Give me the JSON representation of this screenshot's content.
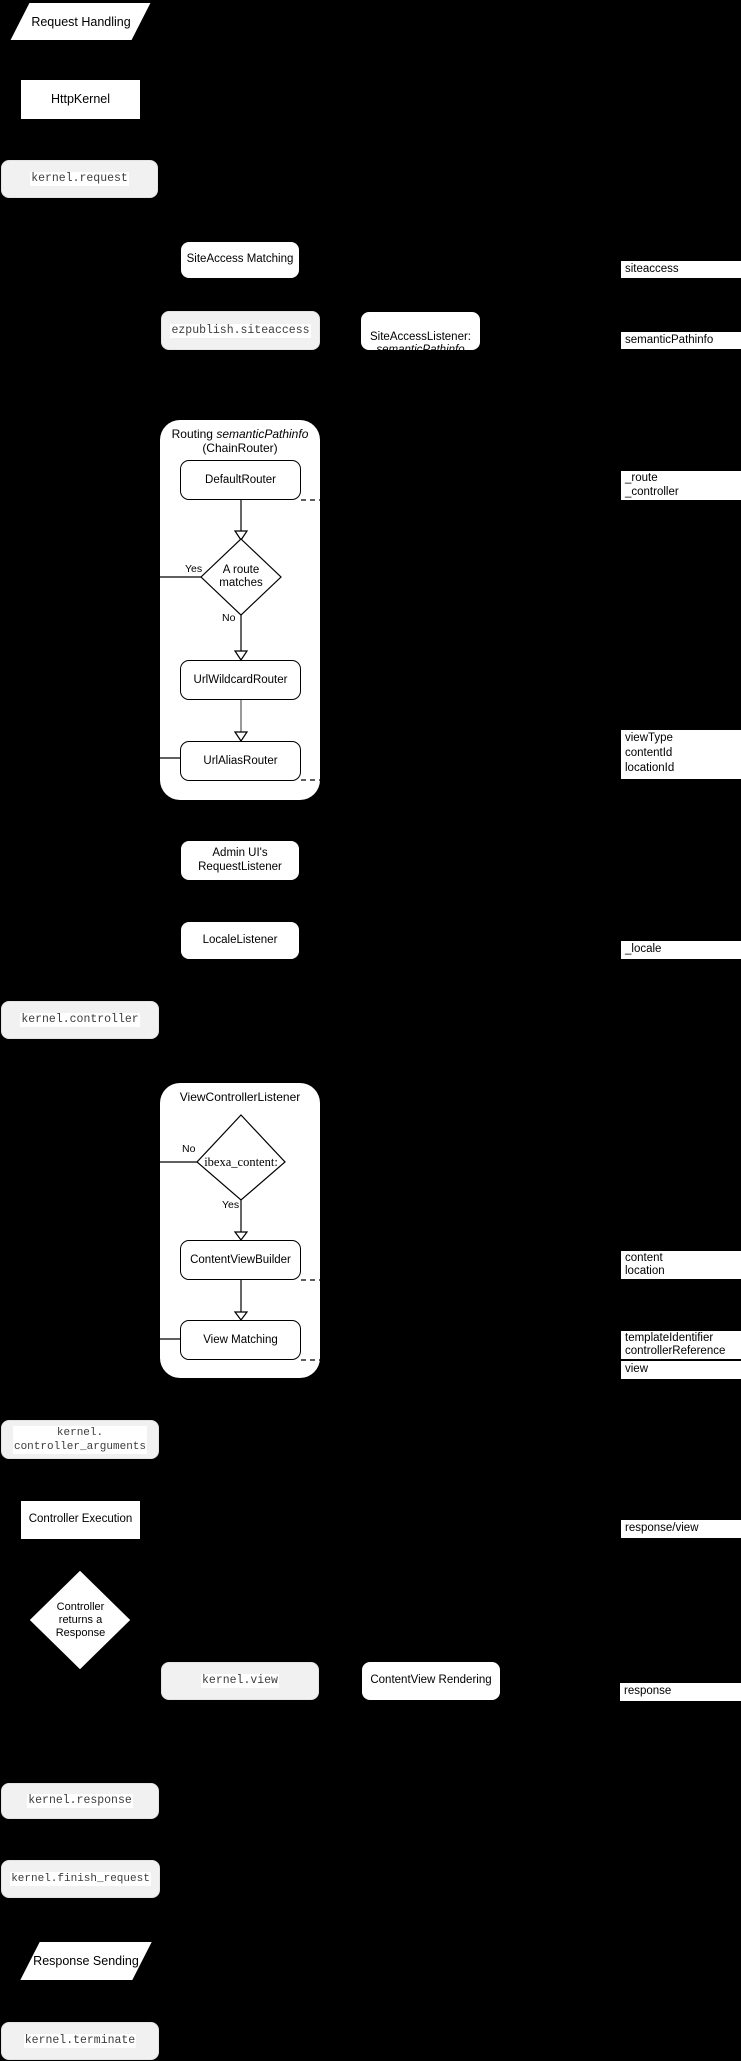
{
  "colors": {
    "background": "#000000",
    "node_bg": "#ffffff",
    "event_bg": "#f1f1f1",
    "line": "#000000",
    "code_text": "#3d3d3d"
  },
  "nodes": {
    "request_handling": "Request Handling",
    "http_kernel": "HttpKernel",
    "kernel_request": "kernel.request",
    "siteaccess_matching": "SiteAccess Matching",
    "ezpublish_siteaccess": "ezpublish.siteaccess",
    "siteaccess_listener_line1": "SiteAccessListener:",
    "siteaccess_listener_line2": "semanticPathinfo",
    "routing_title_prefix": "Routing ",
    "routing_title_italic": "semanticPathinfo",
    "routing_title_line2": "(ChainRouter)",
    "default_router": "DefaultRouter",
    "route_matches_diamond": "A route\nmatches",
    "routing_yes": "Yes",
    "routing_no": "No",
    "url_wildcard_router": "UrlWildcardRouter",
    "url_alias_router": "UrlAliasRouter",
    "admin_request_listener": "Admin UI's\nRequestListener",
    "locale_listener": "LocaleListener",
    "kernel_controller": "kernel.controller",
    "view_controller_listener_title": "ViewControllerListener",
    "ibexa_content_diamond": "ibexa_content:",
    "vcl_no": "No",
    "vcl_yes": "Yes",
    "content_view_builder": "ContentViewBuilder",
    "view_matching": "View Matching",
    "kernel_controller_arguments": "kernel.\ncontroller_arguments",
    "controller_execution": "Controller Execution",
    "controller_returns_response": "Controller\nreturns a\nResponse",
    "kernel_view": "kernel.view",
    "content_view_rendering": "ContentView Rendering",
    "kernel_response": "kernel.response",
    "kernel_finish_request": "kernel.finish_request",
    "response_sending": "Response Sending",
    "kernel_terminate": "kernel.terminate"
  },
  "side_labels": {
    "siteaccess": "siteaccess",
    "semantic_pathinfo": "semanticPathinfo",
    "route_controller": "_route\n_controller",
    "view_params": "viewType\ncontentId\nlocationId",
    "locale": "_locale",
    "content_location": "content\nlocation",
    "template_controller": "templateIdentifier\ncontrollerReference",
    "view": "view",
    "response_view": "response/view",
    "response": "response"
  }
}
